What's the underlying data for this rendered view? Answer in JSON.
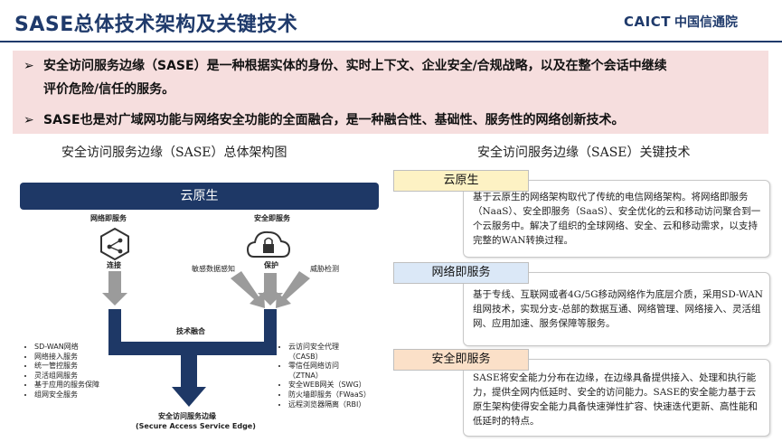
{
  "header": {
    "title": "SASE总体技术架构及关键技术",
    "logo_en": "CAICT",
    "logo_cn": "中国信通院"
  },
  "summary": {
    "bullets": [
      {
        "line1": "安全访问服务边缘（SASE）是一种根据实体的身份、实时上下文、企业安全/合规战略，以及在整个会话中继续",
        "line2": "评价危险/信任的服务。"
      },
      {
        "line1": "SASE也是对广域网功能与网络安全功能的全面融合，是一种融合性、基础性、服务性的网络创新技术。"
      }
    ]
  },
  "left": {
    "title": "安全访问服务边缘（SASE）总体架构图",
    "cloud": "云原生",
    "network_service": "网络即服务",
    "security_service": "安全即服务",
    "connect": "连接",
    "protect": "保护",
    "sensitive": "敏感数据感知",
    "threat": "威胁检测",
    "fusion": "技术融合",
    "edge_cn": "安全访问服务边缘",
    "edge_en": "(Secure Access Service Edge)",
    "left_list": [
      "SD-WAN网络",
      "网络接入服务",
      "统一管控服务",
      "灵活组网服务",
      "基于应用的服务保障",
      "组网安全服务"
    ],
    "right_list": [
      "云访问安全代理",
      "（CASB）",
      "零信任网络访问",
      "（ZTNA）",
      "安全WEB网关（SWG）",
      "防火墙即服务（FWaaS）",
      "远程浏览器隔离（RBI）"
    ]
  },
  "right": {
    "title": "安全访问服务边缘（SASE）关键技术",
    "items": [
      {
        "tag": "云原生",
        "text": "基于云原生的网络架构取代了传统的电信网络架构。将网络即服务（NaaS）、安全即服务（SaaS）、安全优化的云和移动访问聚合到一个云服务中。解决了组织的全球网络、安全、云和移动需求，以支持完整的WAN转换过程。"
      },
      {
        "tag": "网络即服务",
        "text": "基于专线、互联网或者4G/5G移动网络作为底层介质，采用SD-WAN组网技术，实现分支-总部的数据互通、网络管理、网络接入、灵活组网、应用加速、服务保障等服务。"
      },
      {
        "tag": "安全即服务",
        "text": "SASE将安全能力分布在边缘，在边缘具备提供接入、处理和执行能力，提供全网内低延时、安全的访问能力。SASE的安全能力基于云原生架构使得安全能力具备快速弹性扩容、快速迭代更新、高性能和低延时的特点。"
      }
    ]
  },
  "colors": {
    "navy": "#1e3866",
    "summary_bg": "#f6dede",
    "tag_yellow": "#fdf2c4",
    "tag_blue": "#dbe8f7",
    "tag_orange": "#fbe0c8",
    "arrow_gray": "#9b9b9b"
  }
}
